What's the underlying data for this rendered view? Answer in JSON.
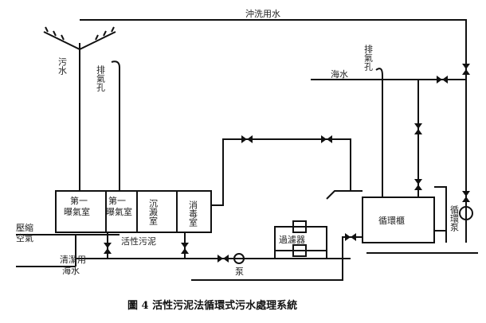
{
  "labels": {
    "flush_water": "沖洗用水",
    "sewage": "污水",
    "vent_left": "排氣孔",
    "vent_right": "排氣孔",
    "seawater_top": "海水",
    "aeration1_a": "第一",
    "aeration1_b": "曝氣室",
    "aeration2_a": "第一",
    "aeration2_b": "曝氣室",
    "settling": "沉澱室",
    "disinfection": "消毒室",
    "compressed_air_a": "壓縮",
    "compressed_air_b": "空氣",
    "activated_sludge": "活性污泥",
    "clean_seawater_a": "清潔用",
    "clean_seawater_b": "海水",
    "pump": "泵",
    "filter": "過濾器",
    "circulation_tank": "循環櫃",
    "circulation_pump": "循環泵"
  },
  "caption": "圖 4 活性污泥法循環式污水處理系統"
}
